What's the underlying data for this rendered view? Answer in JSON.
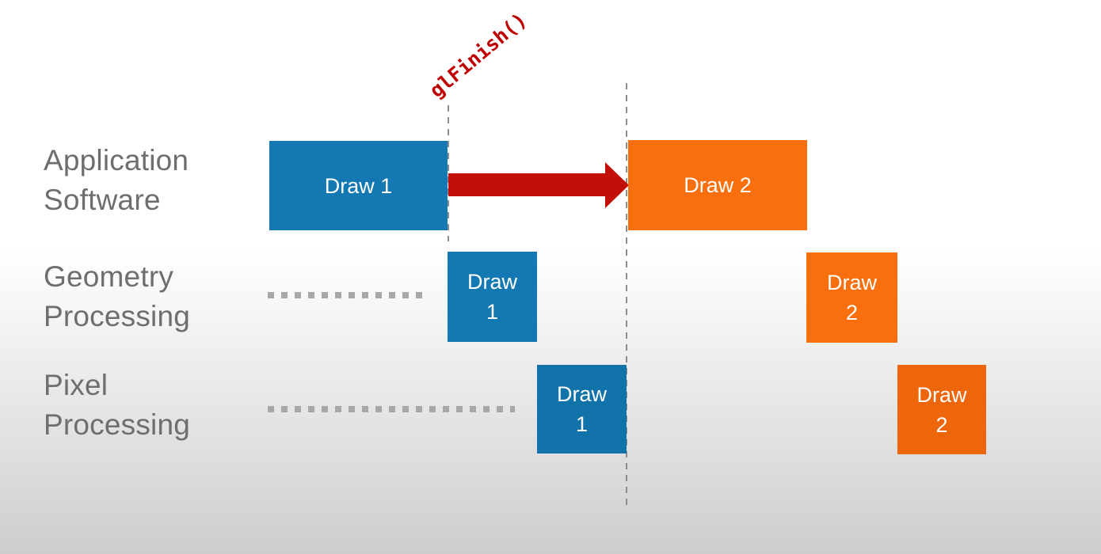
{
  "diagram": {
    "title_context": "GPU pipeline timeline with glFinish() synchronization",
    "annotation": {
      "label": "glFinish()",
      "color": "#C00000"
    },
    "rows": [
      {
        "name": "application-software",
        "line1": "Application",
        "line2": "Software"
      },
      {
        "name": "geometry-processing",
        "line1": "Geometry",
        "line2": "Processing"
      },
      {
        "name": "pixel-processing",
        "line1": "Pixel",
        "line2": "Processing"
      }
    ],
    "boxes": [
      {
        "name": "app-draw-1",
        "label": "Draw 1"
      },
      {
        "name": "app-draw-2",
        "label": "Draw 2"
      },
      {
        "name": "geometry-draw-1",
        "line1": "Draw",
        "line2": "1"
      },
      {
        "name": "geometry-draw-2",
        "line1": "Draw",
        "line2": "2"
      },
      {
        "name": "pixel-draw-1",
        "line1": "Draw",
        "line2": "1"
      },
      {
        "name": "pixel-draw-2",
        "line1": "Draw",
        "line2": "2"
      }
    ],
    "colors": {
      "draw1_blue": "#1478B2",
      "draw2_orange": "#F96E0D",
      "draw2_orange_dark": "#ED660C",
      "arrow_red": "#C21008",
      "label_gray": "#6E6E6E",
      "dash_gray": "#8C8C8C",
      "dot_gray": "#A8A8A8",
      "background_bottom": "#CDCDCD"
    }
  }
}
